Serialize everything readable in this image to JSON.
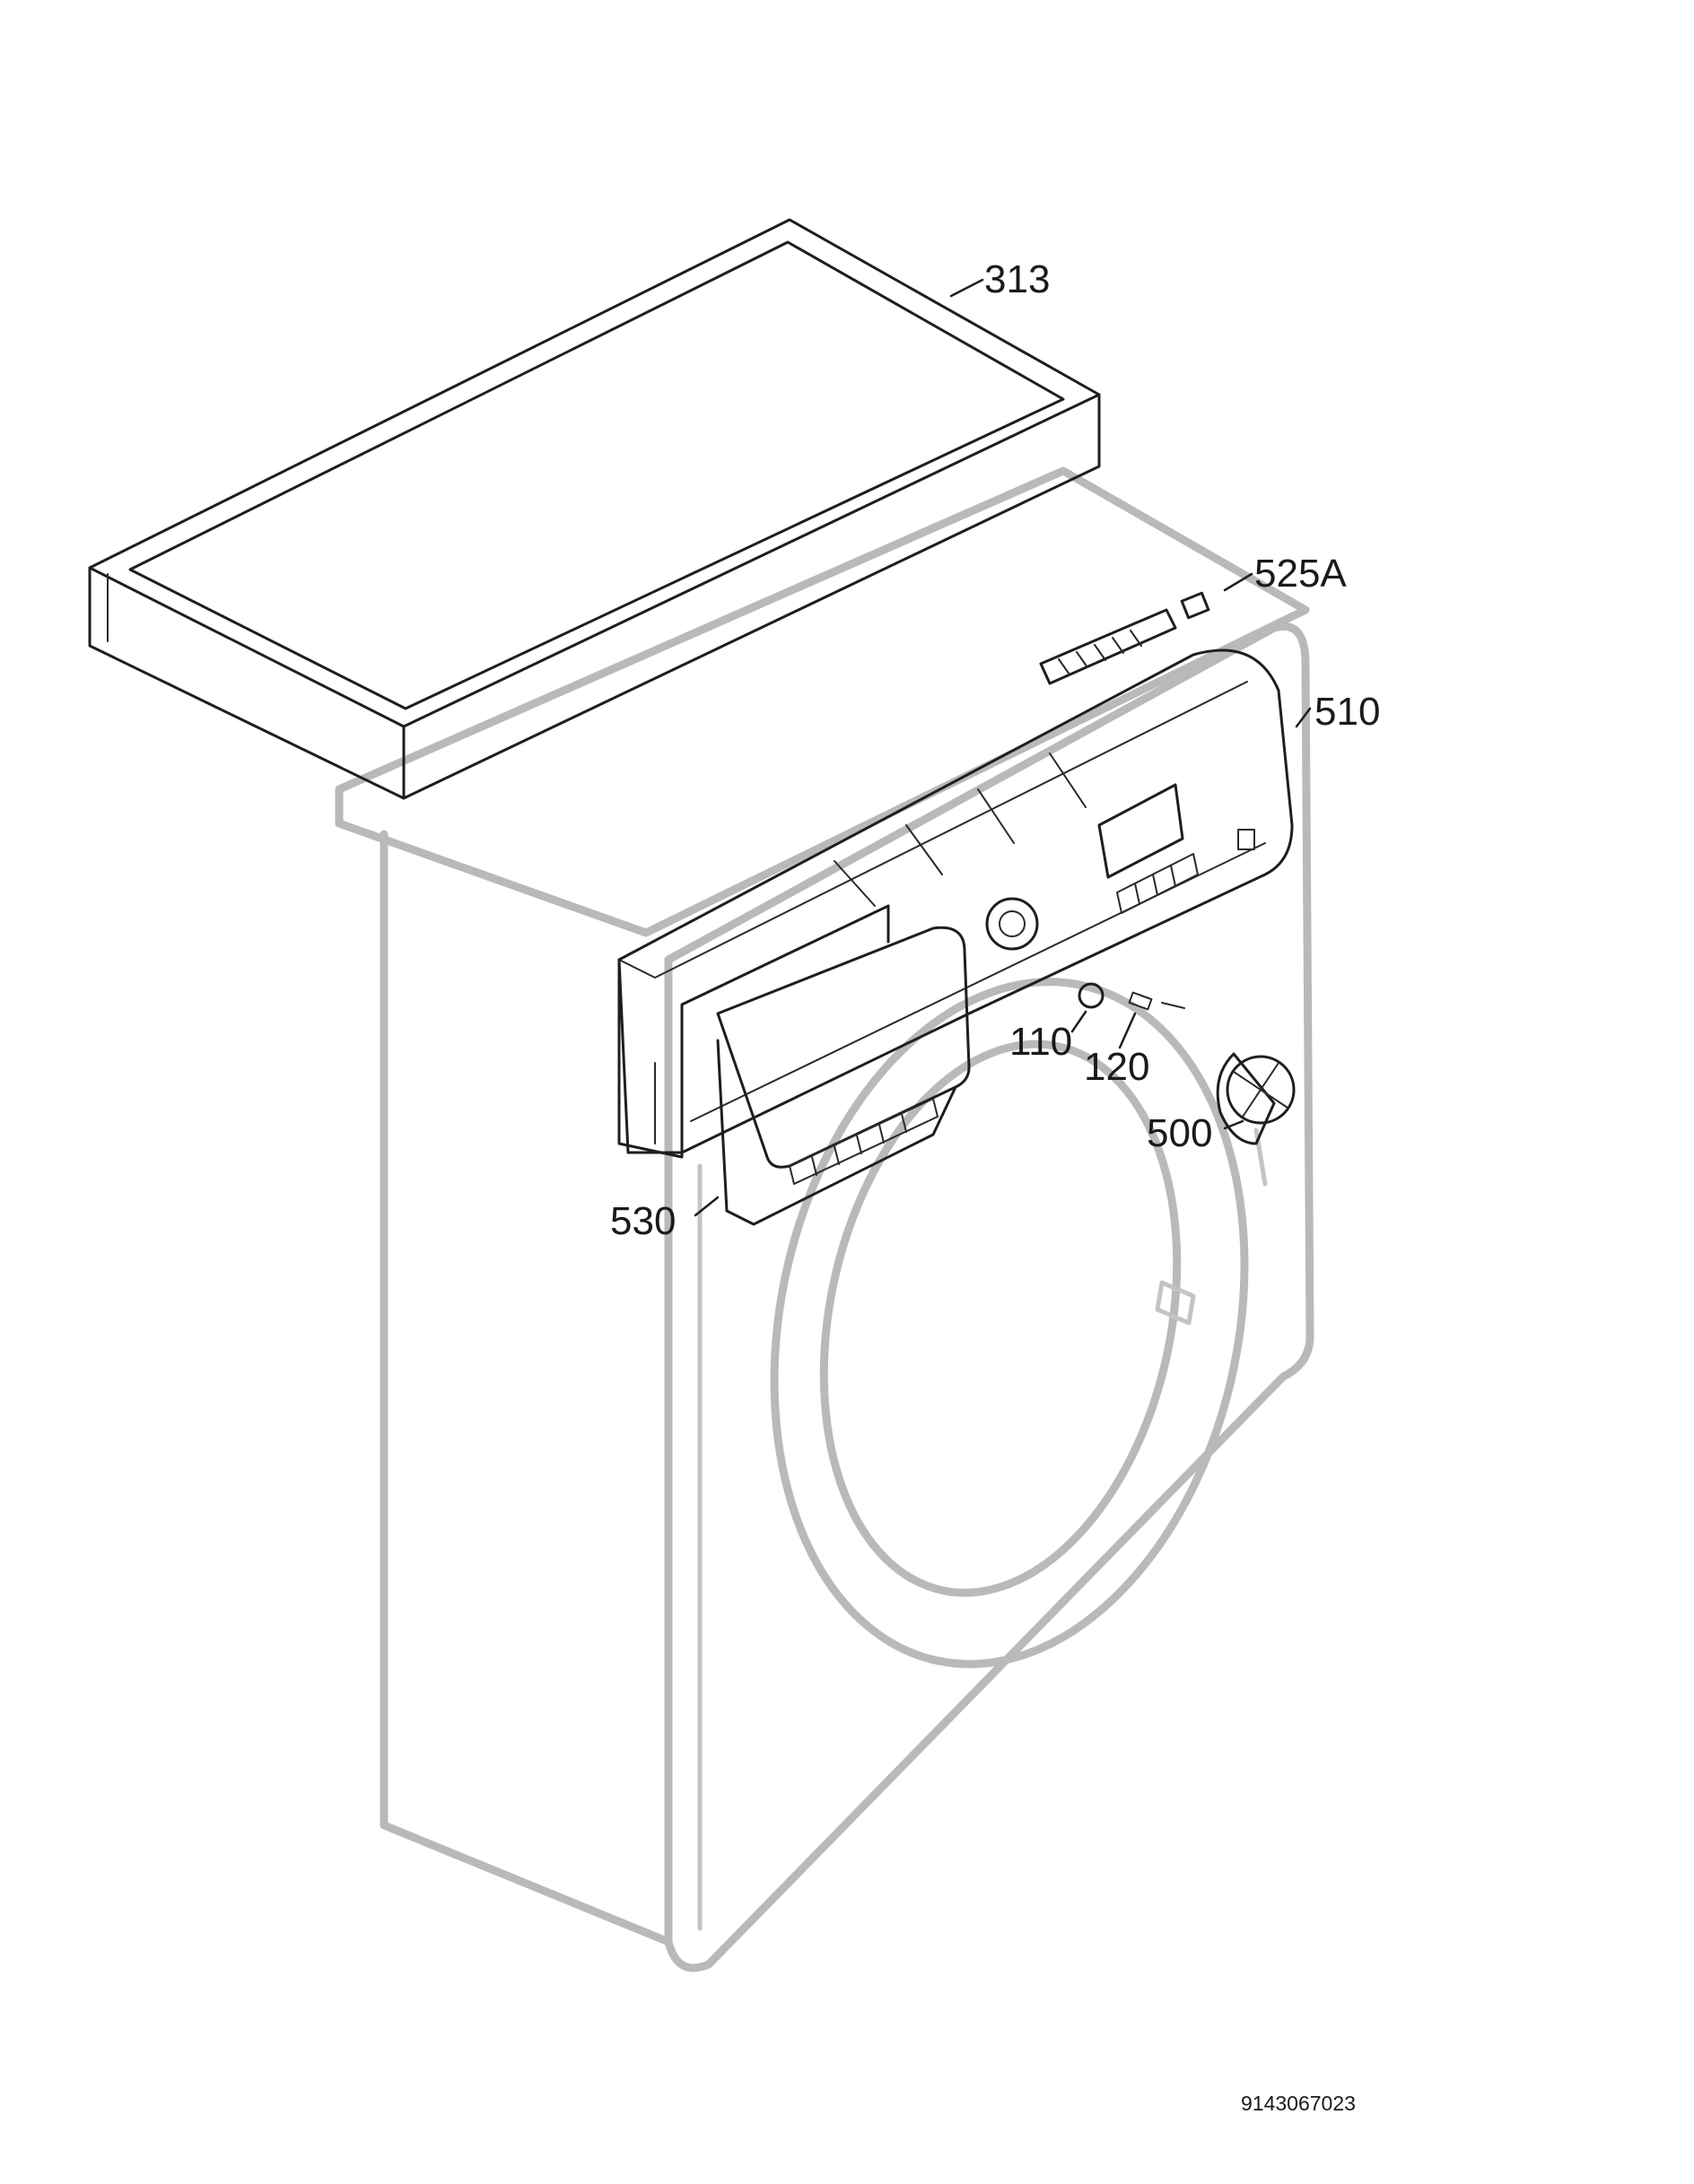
{
  "diagram": {
    "callouts": {
      "p313": "313",
      "p525a": "525A",
      "p510": "510",
      "p110": "110",
      "p120": "120",
      "p500": "500",
      "p530": "530"
    },
    "document_number": "9143067023"
  }
}
